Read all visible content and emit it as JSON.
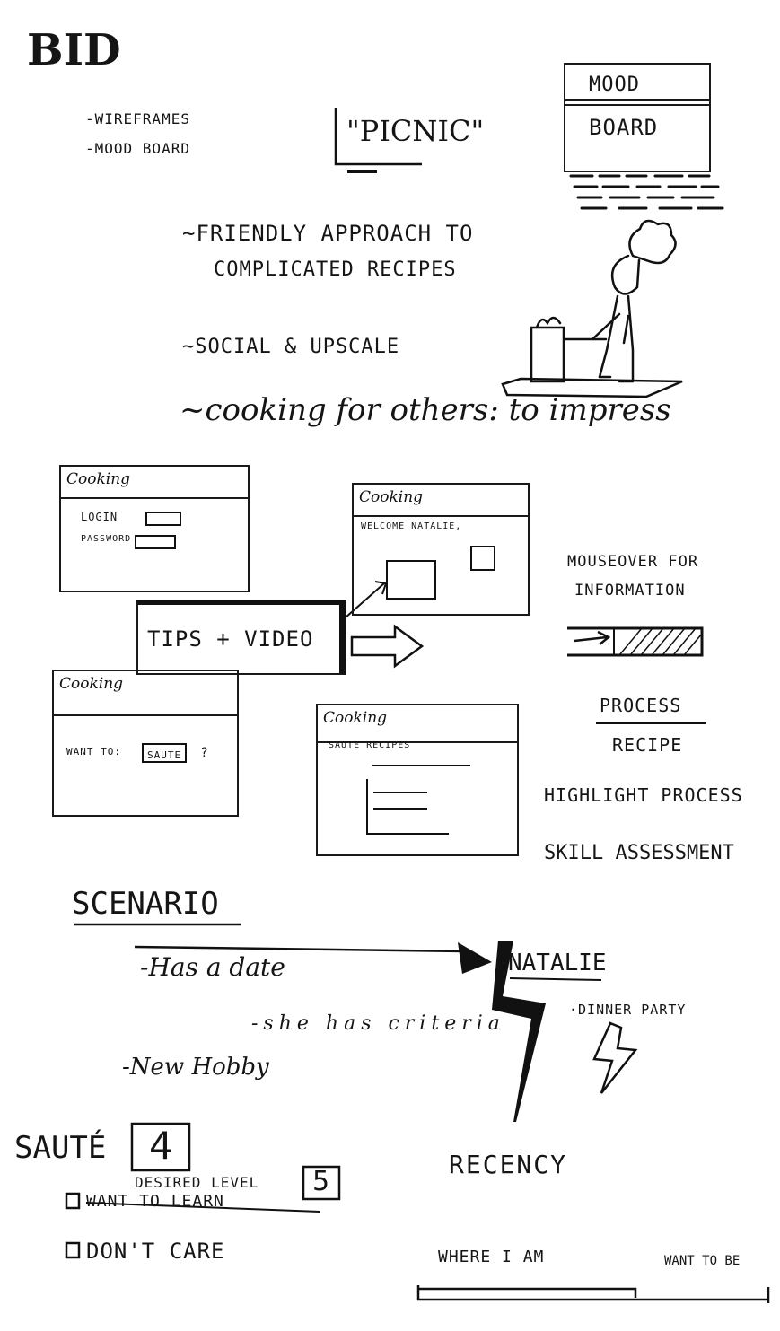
{
  "header": {
    "title": "BID",
    "bullets": [
      "-WIREFRAMES",
      "-MOOD BOARD"
    ],
    "picnic_label": "\"PICNIC\"",
    "mood_board": [
      "MOOD",
      "BOARD"
    ]
  },
  "goals": [
    "~FRIENDLY APPROACH TO",
    "COMPLICATED RECIPES",
    "~SOCIAL & UPSCALE",
    "~cooking for others: to impress"
  ],
  "wireframes": {
    "login_screen": {
      "title": "Cooking",
      "login_label": "LOGIN",
      "password_label": "PASSWORD"
    },
    "welcome_screen": {
      "title": "Cooking",
      "welcome_text": "WELCOME NATALIE,"
    },
    "tips_label": "TIPS + VIDEO",
    "want_screen": {
      "title": "Cooking",
      "prompt": "WANT TO:",
      "choice": "SAUTE",
      "suffix": "?"
    },
    "recipes_screen": {
      "title": "Cooking",
      "subtitle": "SAUTE RECIPES"
    }
  },
  "notes": {
    "mouseover": [
      "MOUSEOVER FOR",
      "INFORMATION"
    ],
    "process_top": "PROCESS",
    "process_bottom": "RECIPE",
    "highlight": "HIGHLIGHT PROCESS",
    "skill": "SKILL ASSESSMENT"
  },
  "scenario": {
    "title": "SCENARIO",
    "items": [
      "-Has a date",
      "-she has criteria",
      "-New Hobby"
    ],
    "persona": "NATALIE",
    "persona_note": "·DINNER PARTY",
    "recency": "RECENCY"
  },
  "skill_assessment": {
    "skill_name": "SAUTÉ",
    "current_level": "4",
    "desired_label": "DESIRED LEVEL",
    "desired_level": "5",
    "option_want": "WANT TO LEARN",
    "option_dont": "DON'T CARE",
    "where_i_am": "WHERE I AM",
    "want_to_be": "WANT TO BE"
  }
}
